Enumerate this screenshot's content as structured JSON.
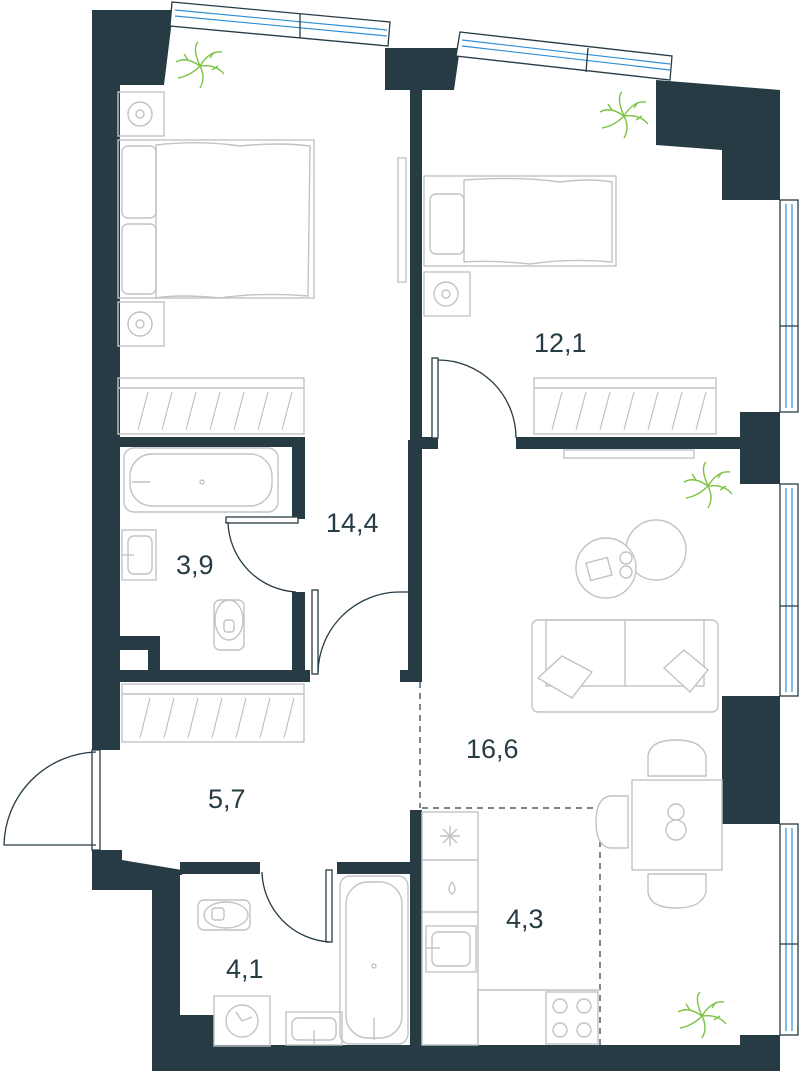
{
  "rooms": [
    {
      "id": "master-bedroom",
      "area": "14,4"
    },
    {
      "id": "bedroom",
      "area": "12,1"
    },
    {
      "id": "bathroom-1",
      "area": "3,9"
    },
    {
      "id": "living-room",
      "area": "16,6"
    },
    {
      "id": "hallway",
      "area": "5,7"
    },
    {
      "id": "bathroom-2",
      "area": "4,1"
    },
    {
      "id": "kitchen",
      "area": "4,3"
    }
  ],
  "colors": {
    "wall": "#263b44",
    "furniture": "#bfc4c6",
    "window_glass": "#2f8fd6",
    "plant": "#7cc242"
  }
}
